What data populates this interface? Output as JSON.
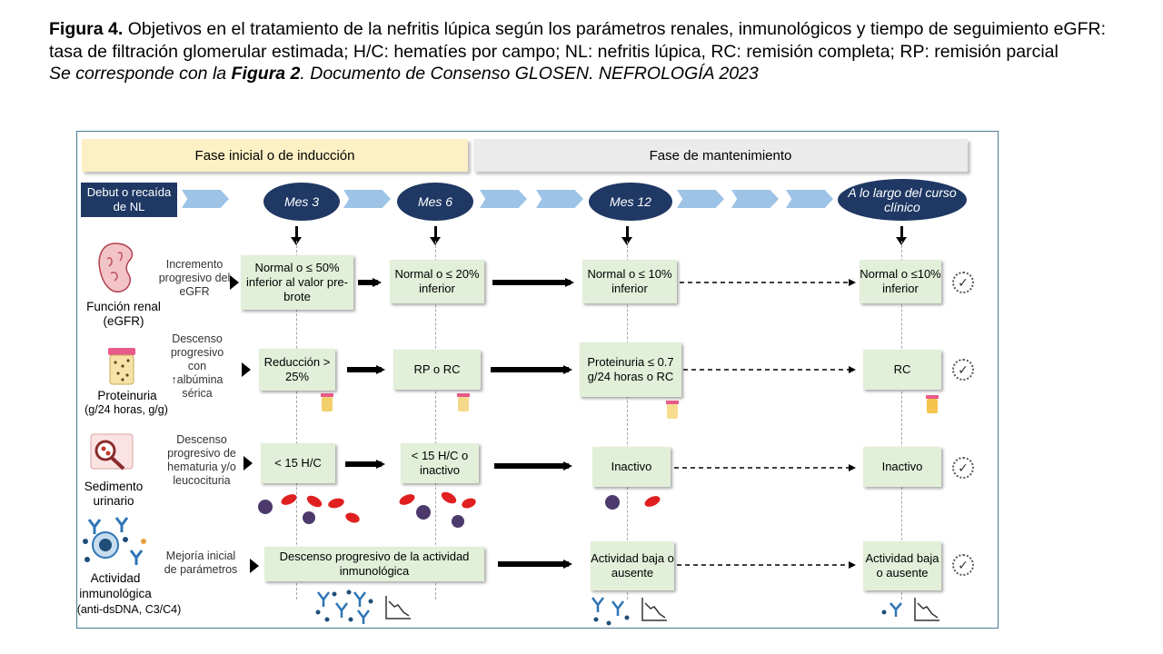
{
  "caption": {
    "line1_bold": "Figura 4.",
    "line1_rest": " Objetivos en el tratamiento de la nefritis lúpica según los parámetros renales, inmunológicos y tiempo de seguimiento eGFR: tasa de filtración glomerular estimada; H/C: hematíes por campo; NL: nefritis lúpica, RC: remisión completa; RP: remisión parcial",
    "line2_pre": "Se corresponde con la ",
    "line2_bold": "Figura 2",
    "line2_post": ". Documento de Consenso GLOSEN. NEFROLOGÍA 2023"
  },
  "phases": {
    "induction": "Fase inicial o de inducción",
    "maintenance": "Fase de mantenimiento"
  },
  "timeline": {
    "start": "Debut o recaída de NL",
    "month3": "Mes 3",
    "month6": "Mes 6",
    "month12": "Mes 12",
    "long_term": "A lo largo del curso clínico"
  },
  "rows": {
    "renal": {
      "title": "Función renal",
      "subtitle": "(eGFR)",
      "description": "Incremento progresivo del eGFR",
      "m3": "Normal o ≤ 50% inferior al valor pre-brote",
      "m6": "Normal o ≤ 20% inferior",
      "m12": "Normal o ≤ 10% inferior",
      "long": "Normal o ≤10% inferior"
    },
    "proteinuria": {
      "title": "Proteinuria",
      "subtitle": "(g/24 horas, g/g)",
      "description": "Descenso progresivo con ↑albúmina sérica",
      "m3": "Reducción > 25%",
      "m6": "RP o RC",
      "m12": "Proteinuria ≤ 0.7 g/24 horas o RC",
      "long": "RC"
    },
    "sediment": {
      "title": "Sedimento",
      "subtitle": "urinario",
      "description": "Descenso progresivo de hematuria y/o leucocituria",
      "m3": "< 15 H/C",
      "m6": "< 15 H/C o inactivo",
      "m12": "Inactivo",
      "long": "Inactivo"
    },
    "immuno": {
      "title": "Actividad inmunológica",
      "subtitle": "(anti-dsDNA, C3/C4)",
      "description": "Mejoría inicial de parámetros",
      "m3_m6": "Descenso progresivo de la actividad inmunológica",
      "m12": "Actividad baja o ausente",
      "long": "Actividad baja o ausente"
    }
  },
  "icons": [
    "kidney-icon",
    "urine-cup-icon",
    "microscope-icon",
    "antibody-icon",
    "checkmark-badge-icon",
    "red-blood-cell-icon",
    "leukocyte-icon",
    "declining-trend-icon"
  ],
  "colors": {
    "navy": "#1f3864",
    "chevron_blue": "#9dc3e6",
    "box_green": "#e2efd9",
    "induction_yellow": "#fdf0c4",
    "maintenance_gray": "#ebebeb",
    "rbc_red": "#e02020",
    "leukocyte_purple": "#4b3a6b"
  }
}
